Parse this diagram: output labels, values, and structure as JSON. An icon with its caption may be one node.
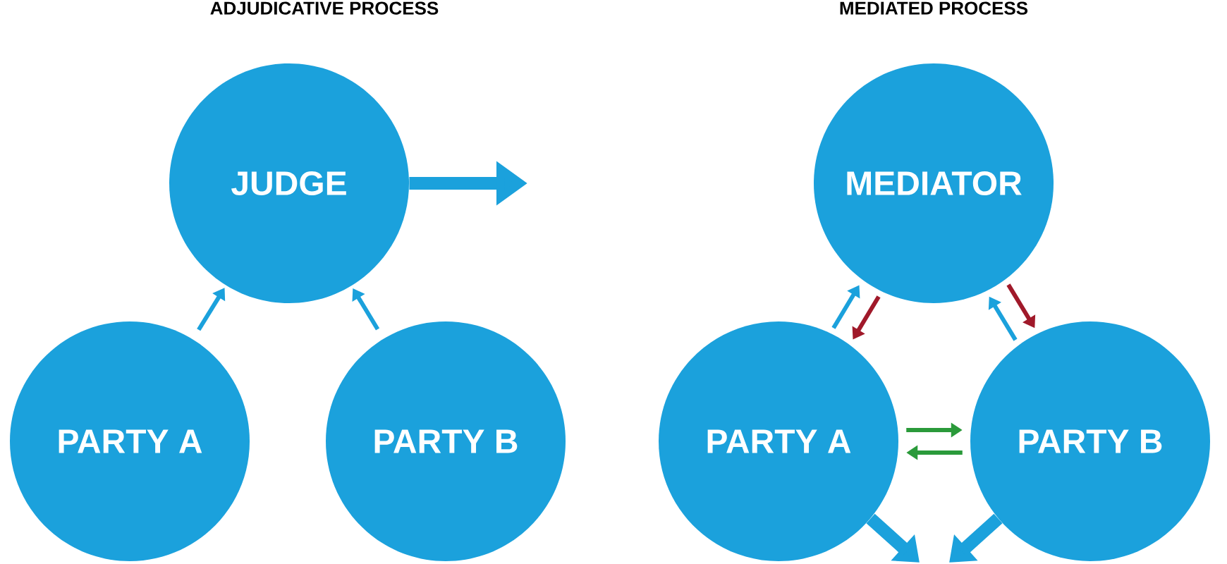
{
  "diagram": {
    "nodes": [
      {
        "text": [
          "JUDGE"
        ]
      },
      {
        "text": [
          "PARTY A"
        ]
      },
      {
        "text": [
          "PARTY B"
        ]
      },
      {
        "text": [
          "MEDIATOR"
        ]
      },
      {
        "text": [
          "PARTY A"
        ]
      },
      {
        "text": [
          "PARTY B"
        ]
      }
    ],
    "edges": [
      {
        "from": 0,
        "to": null,
        "arrow": "to",
        "style": "thick"
      },
      {
        "from": 1,
        "to": 0,
        "arrow": "to"
      },
      {
        "from": 2,
        "to": 0,
        "arrow": "to"
      },
      {
        "from": 3,
        "to": 4,
        "arrow": "to",
        "color": "#a0192a"
      },
      {
        "from": 4,
        "to": 3,
        "arrow": "to"
      },
      {
        "from": 3,
        "to": 5,
        "arrow": "to",
        "color": "#a0192a"
      },
      {
        "from": 5,
        "to": 3,
        "arrow": "to"
      },
      {
        "from": 4,
        "to": 5,
        "arrow": "to",
        "color": "#2a9a3a"
      },
      {
        "from": 5,
        "to": 4,
        "arrow": "to",
        "color": "#2a9a3a"
      },
      {
        "from": 4,
        "to": null,
        "arrow": "to",
        "style": "thick"
      },
      {
        "from": 5,
        "to": null,
        "arrow": "to",
        "style": "thick"
      }
    ],
    "labels": [
      "ADJUDICATIVE PROCESS",
      "MEDIATED PROCESS"
    ]
  }
}
